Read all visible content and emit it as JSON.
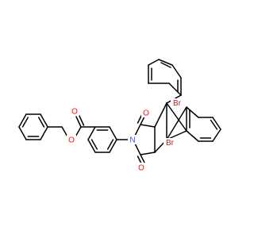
{
  "molecule": {
    "atoms": [
      {
        "name": "oxygen-carbonyl-top",
        "label": "O",
        "color": "#ff0d0d"
      },
      {
        "name": "oxygen-carbonyl-bottom",
        "label": "O",
        "color": "#ff0d0d"
      },
      {
        "name": "nitrogen-imide",
        "label": "N",
        "color": "#3050f8"
      },
      {
        "name": "oxygen-ester-carbonyl",
        "label": "O",
        "color": "#ff0d0d"
      },
      {
        "name": "oxygen-ester",
        "label": "O",
        "color": "#ff0d0d"
      },
      {
        "name": "bromine-top",
        "label": "Br",
        "color": "#a62929"
      },
      {
        "name": "bromine-bottom",
        "label": "Br",
        "color": "#a62929"
      }
    ],
    "bond_color": "#000000"
  }
}
